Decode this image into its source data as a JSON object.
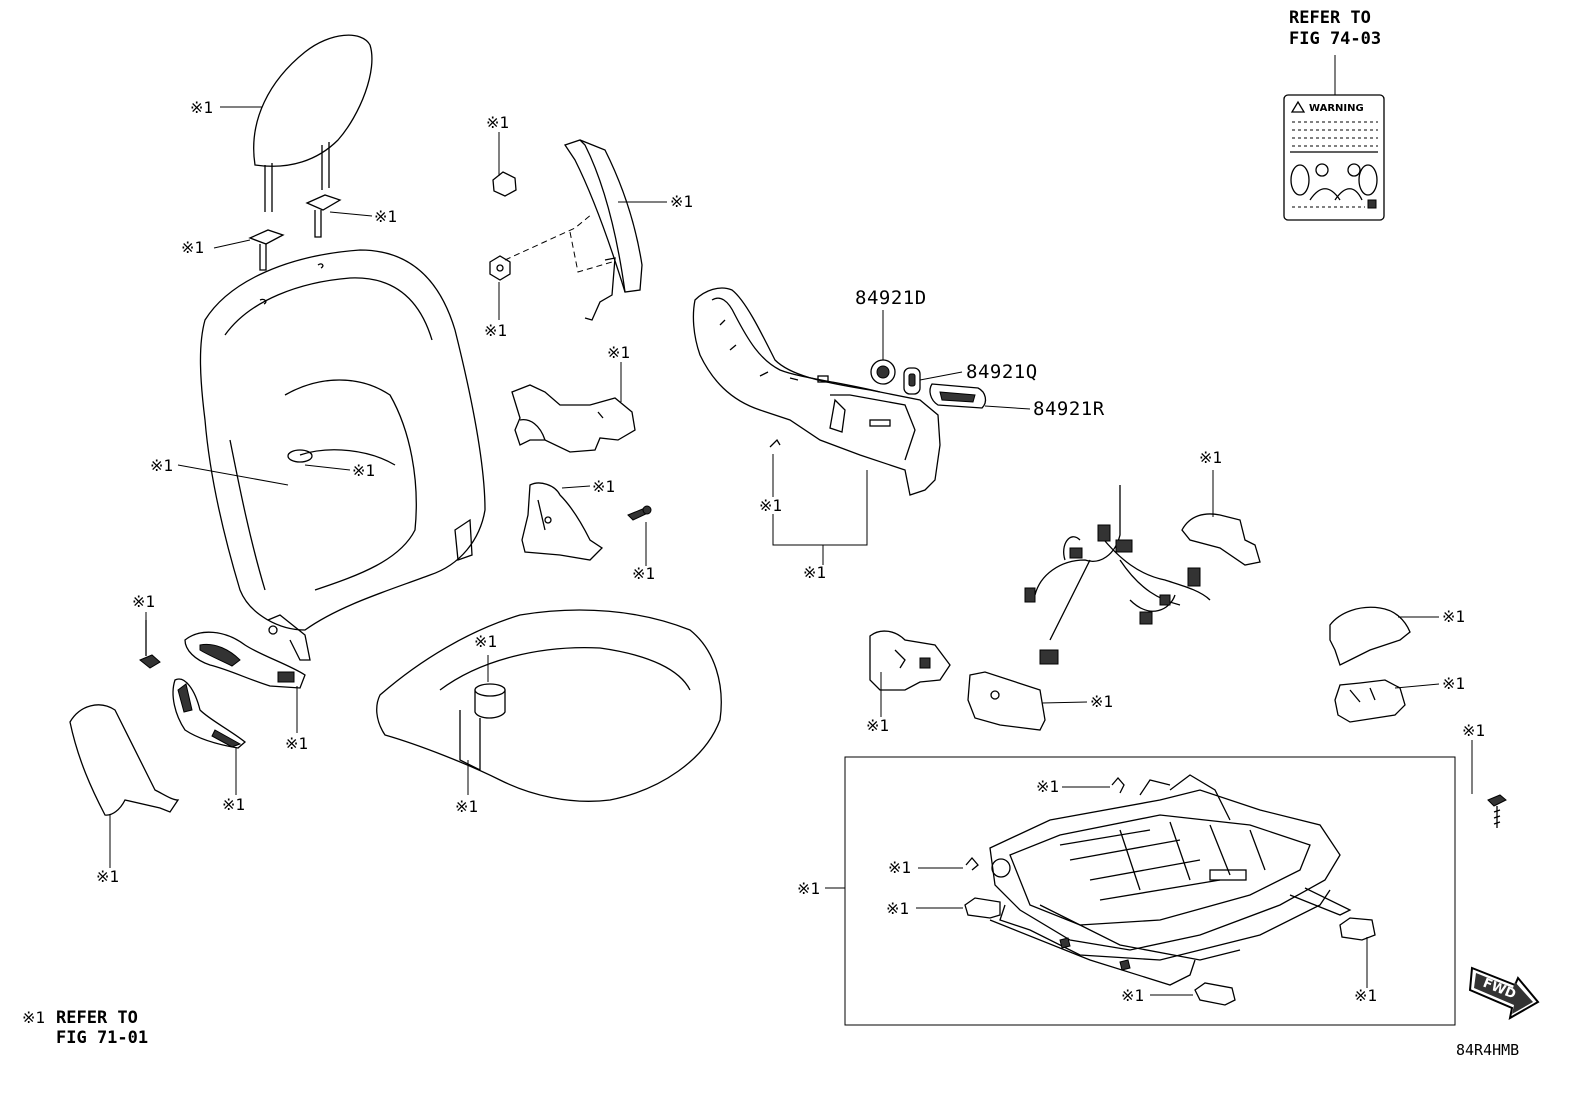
{
  "mark": "※1",
  "part_numbers": {
    "p84921d": "84921D",
    "p84921q": "84921Q",
    "p84921r": "84921R"
  },
  "refer_top": {
    "line1": "REFER TO",
    "line2": "FIG 74-03"
  },
  "warning_label": {
    "title": "WARNING"
  },
  "refer_bottom": {
    "line1": "REFER TO",
    "line2": "FIG 71-01"
  },
  "fwd_label": "FWD",
  "diagram_code": "84R4HMB"
}
